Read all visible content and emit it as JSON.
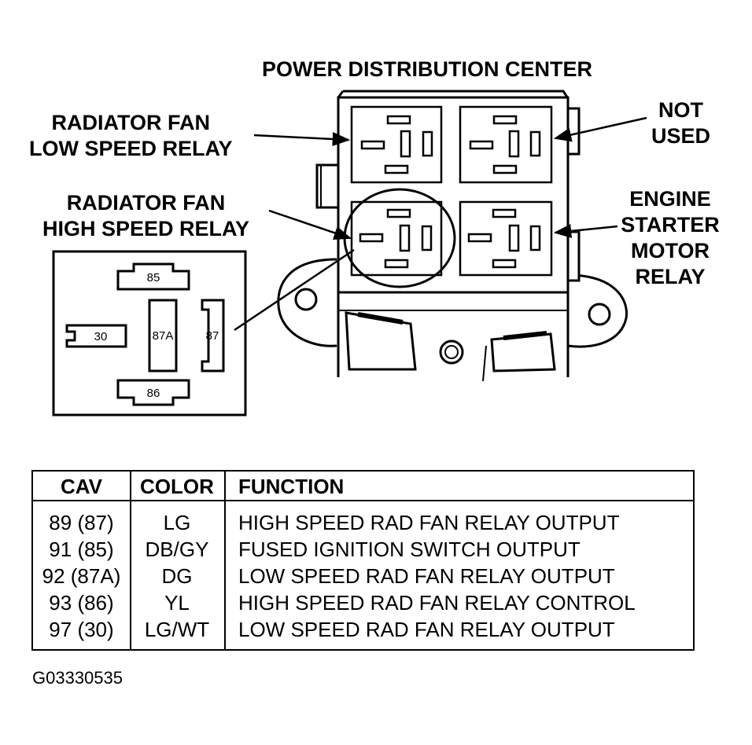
{
  "title": "POWER DISTRIBUTION CENTER",
  "labels": {
    "low_speed_relay": [
      "RADIATOR FAN",
      "LOW SPEED RELAY"
    ],
    "high_speed_relay": [
      "RADIATOR FAN",
      "HIGH SPEED RELAY"
    ],
    "not_used": [
      "NOT",
      "USED"
    ],
    "starter_relay": [
      "ENGINE",
      "STARTER",
      "MOTOR",
      "RELAY"
    ]
  },
  "relay_detail_pins": {
    "top": "85",
    "left": "30",
    "middle": "87A",
    "right": "87",
    "bottom": "86"
  },
  "table": {
    "headers": [
      "CAV",
      "COLOR",
      "FUNCTION"
    ],
    "rows": [
      {
        "cav": "89 (87)",
        "color": "LG",
        "function": "HIGH SPEED RAD FAN RELAY OUTPUT"
      },
      {
        "cav": "91 (85)",
        "color": "DB/GY",
        "function": "FUSED IGNITION SWITCH OUTPUT"
      },
      {
        "cav": "92 (87A)",
        "color": "DG",
        "function": "LOW SPEED RAD FAN RELAY OUTPUT"
      },
      {
        "cav": "93 (86)",
        "color": "YL",
        "function": "HIGH SPEED RAD FAN RELAY CONTROL"
      },
      {
        "cav": "97 (30)",
        "color": "LG/WT",
        "function": "LOW SPEED RAD FAN RELAY OUTPUT"
      }
    ]
  },
  "figure_id": "G03330535"
}
